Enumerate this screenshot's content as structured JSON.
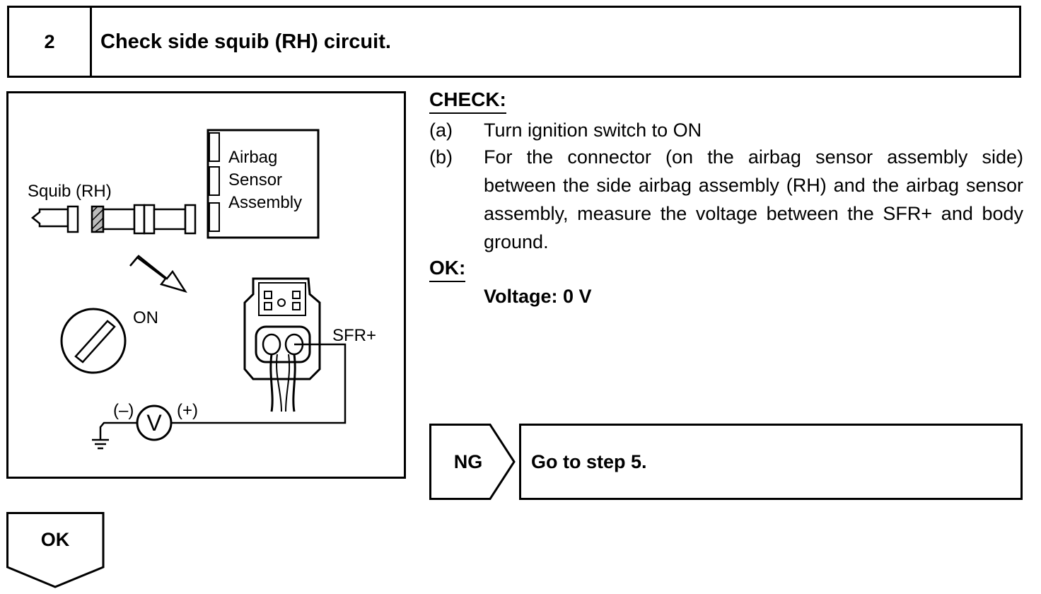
{
  "step": {
    "number": "2",
    "title": "Check side squib (RH) circuit."
  },
  "diagram": {
    "squib_label": "Squib (RH)",
    "sensor_label_lines": [
      "Airbag",
      "Sensor",
      "Assembly"
    ],
    "ignition_label": "ON",
    "terminal_label": "SFR+",
    "voltmeter_symbol": "V",
    "minus_label": "(–)",
    "plus_label": "(+)"
  },
  "check": {
    "heading": "CHECK:",
    "items": [
      {
        "letter": "(a)",
        "text": "Turn ignition switch to ON"
      },
      {
        "letter": "(b)",
        "text": "For the connector (on the airbag sensor assembly side) between the side airbag assembly (RH) and the airbag sensor assembly, measure the voltage between the SFR+ and body ground."
      }
    ]
  },
  "ok": {
    "heading": "OK:",
    "spec": "Voltage: 0 V"
  },
  "ng": {
    "label": "NG",
    "action": "Go to step 5."
  },
  "ok_result": {
    "label": "OK"
  }
}
